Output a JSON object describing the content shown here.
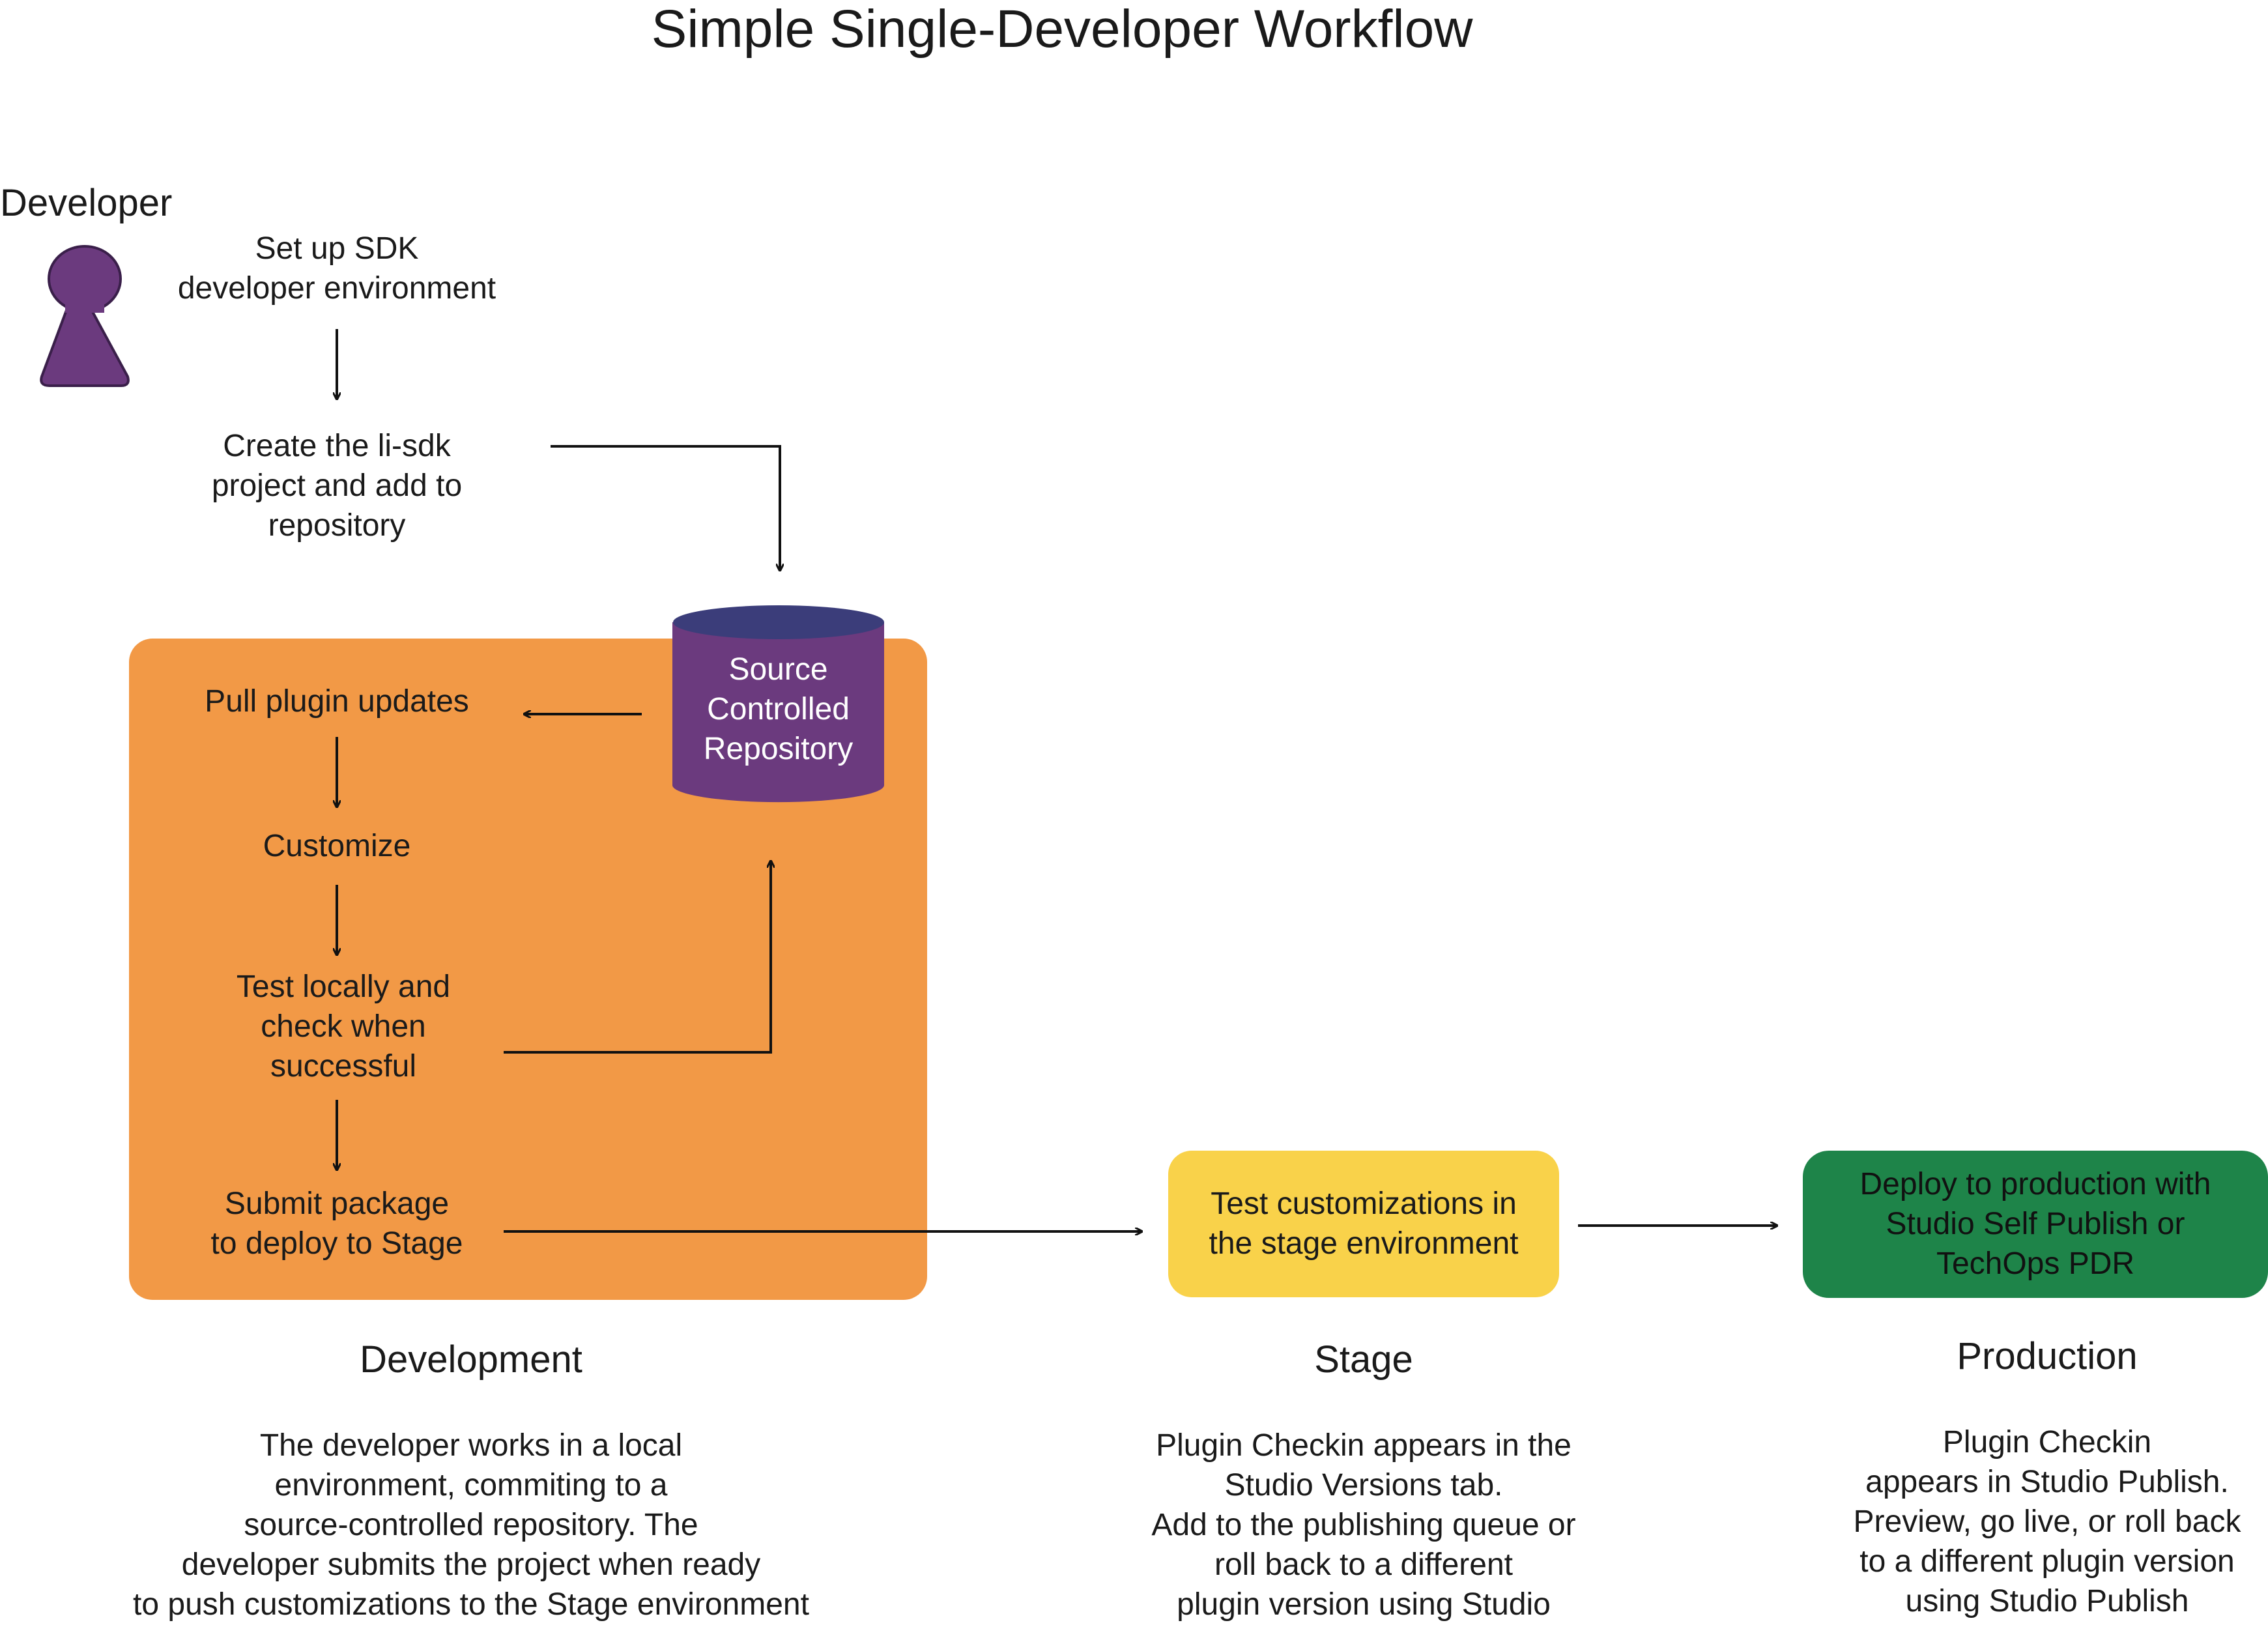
{
  "title": "Simple Single-Developer Workflow",
  "actor": {
    "label": "Developer",
    "icon": "person-icon",
    "color": "#6b3a7e"
  },
  "steps": {
    "setup": "Set up SDK\ndeveloper environment",
    "create": "Create  the li-sdk\nproject and add to\nrepository",
    "pull": "Pull plugin updates",
    "customize": "Customize",
    "test": "Test locally and\ncheck when\nsuccessful",
    "submit": "Submit package\nto deploy to Stage"
  },
  "repository": {
    "label": "Source\nControlled\nRepository",
    "color": "#6b3a7e",
    "top_color": "#3b3d7a"
  },
  "stage_box": {
    "label": "Test customizations in\nthe stage environment",
    "color": "#f9d24a"
  },
  "production_box": {
    "label": "Deploy to production with\nStudio Self Publish or\nTechOps PDR",
    "color": "#1e8449"
  },
  "development_panel": {
    "color": "#f29946"
  },
  "sections": {
    "development": {
      "title": "Development",
      "description": "The developer works in a local\nenvironment, commiting to a\nsource-controlled repository. The\ndeveloper submits the project when ready\nto push customizations to the Stage environment"
    },
    "stage": {
      "title": "Stage",
      "description": "Plugin Checkin appears in the\nStudio Versions tab.\nAdd to the publishing queue or\nroll back to a different\nplugin version using Studio"
    },
    "production": {
      "title": "Production",
      "description": "Plugin Checkin\nappears in Studio Publish.\nPreview, go live, or roll back\nto a different plugin version\nusing Studio Publish"
    }
  }
}
